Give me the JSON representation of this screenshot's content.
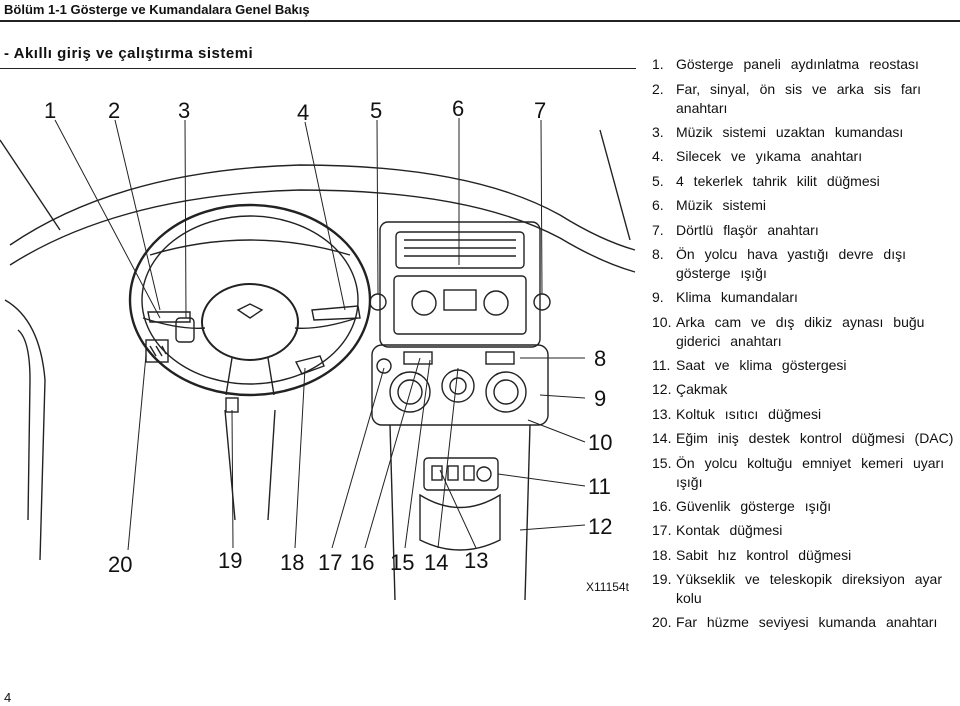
{
  "header": {
    "title": "Bölüm 1-1 Gösterge ve Kumandalara Genel Bakış"
  },
  "section": {
    "title": "- Akıllı giriş ve çalıştırma sistemi"
  },
  "figure": {
    "code": "X11154t",
    "callouts_top": [
      "1",
      "2",
      "3",
      "4",
      "5",
      "6",
      "7"
    ],
    "callouts_right": [
      "8",
      "9",
      "10",
      "11",
      "12"
    ],
    "callouts_bottom": [
      "20",
      "19",
      "18",
      "17",
      "16",
      "15",
      "14",
      "13"
    ]
  },
  "legend": [
    {
      "num": "1.",
      "text": "Gösterge paneli aydınlatma reostası"
    },
    {
      "num": "2.",
      "text": "Far, sinyal, ön sis ve arka sis farı anahtarı"
    },
    {
      "num": "3.",
      "text": "Müzik sistemi uzaktan kumandası"
    },
    {
      "num": "4.",
      "text": "Silecek ve yıkama anahtarı"
    },
    {
      "num": "5.",
      "text": "4 tekerlek tahrik kilit düğmesi"
    },
    {
      "num": "6.",
      "text": "Müzik sistemi"
    },
    {
      "num": "7.",
      "text": "Dörtlü flaşör anahtarı"
    },
    {
      "num": "8.",
      "text": "Ön yolcu hava yastığı devre dışı gösterge ışığı"
    },
    {
      "num": "9.",
      "text": "Klima kumandaları"
    },
    {
      "num": "10.",
      "text": "Arka cam ve dış dikiz aynası buğu giderici anahtarı"
    },
    {
      "num": "11.",
      "text": "Saat ve klima göstergesi"
    },
    {
      "num": "12.",
      "text": "Çakmak"
    },
    {
      "num": "13.",
      "text": "Koltuk ısıtıcı düğmesi"
    },
    {
      "num": "14.",
      "text": "Eğim iniş destek kontrol düğmesi (DAC)"
    },
    {
      "num": "15.",
      "text": "Ön yolcu koltuğu emniyet kemeri uyarı ışığı"
    },
    {
      "num": "16.",
      "text": "Güvenlik gösterge ışığı"
    },
    {
      "num": "17.",
      "text": "Kontak düğmesi"
    },
    {
      "num": "18.",
      "text": "Sabit hız kontrol düğmesi"
    },
    {
      "num": "19.",
      "text": "Yükseklik ve teleskopik direksiyon ayar kolu"
    },
    {
      "num": "20.",
      "text": "Far hüzme seviyesi kumanda anahtarı"
    }
  ],
  "page_number": "4"
}
